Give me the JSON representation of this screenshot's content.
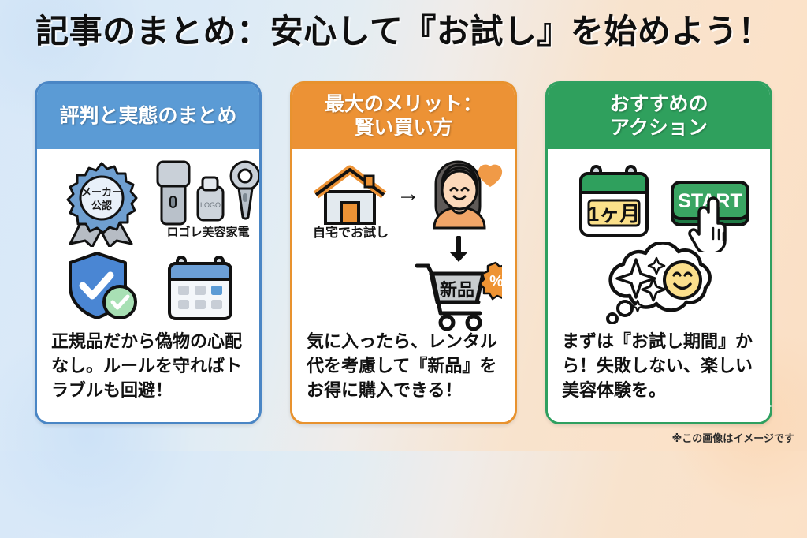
{
  "page": {
    "title": "記事のまとめ：安心して『お試し』を始めよう！",
    "footnote": "※この画像はイメージです",
    "bg_left": "#d8e8f8",
    "bg_right": "#fadfc5"
  },
  "cards": [
    {
      "id": "card-summary",
      "heading": "評判と実態のまとめ",
      "accent": "#5b9bd5",
      "caption": "正規品だから偽物の心配なし。ルールを守ればトラブルも回避！",
      "art": {
        "badge_line1": "メーカー",
        "badge_line2": "公認",
        "device_logo": "LOGO",
        "device_label": "ロゴレ美容家電",
        "icons": [
          "ribbon-badge-icon",
          "beauty-device-icon",
          "shield-check-icon",
          "calendar-icon"
        ]
      }
    },
    {
      "id": "card-merit",
      "heading_line1": "最大のメリット：",
      "heading_line2": "賢い買い方",
      "accent": "#ec9235",
      "caption": "気に入ったら、レンタル代を考慮して『新品』をお得に購入できる！",
      "art": {
        "house_label": "自宅でお試し",
        "arrow": "→",
        "cart_label": "新品",
        "discount_symbol": "%",
        "icons": [
          "house-icon",
          "arrow-right-icon",
          "happy-woman-icon",
          "heart-icon",
          "arrow-down-icon",
          "shopping-cart-icon",
          "discount-badge-icon"
        ]
      }
    },
    {
      "id": "card-action",
      "heading_line1": "おすすめの",
      "heading_line2": "アクション",
      "accent": "#2fa05d",
      "caption": "まずは『お試し期間』から！失敗しない、楽しい美容体験を。",
      "art": {
        "calendar_text": "1ヶ月",
        "start_label": "START",
        "icons": [
          "calendar-1month-icon",
          "start-button-icon",
          "hand-cursor-icon",
          "thought-bubble-icon",
          "sparkle-icon",
          "smiley-face-icon"
        ]
      }
    }
  ]
}
